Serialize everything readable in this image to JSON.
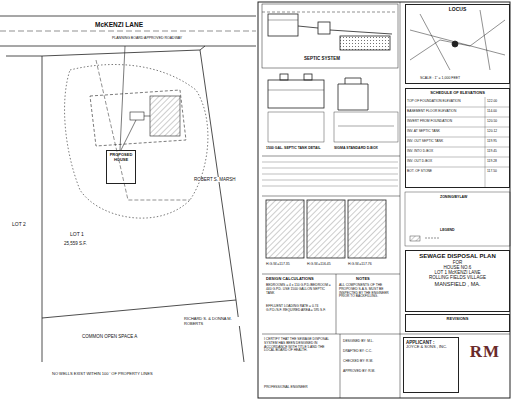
{
  "diagram": {
    "nodes": [
      {
        "text": [
          "PROPOSED HOUSE"
        ]
      },
      {
        "text": [
          "SCHEDULE OF ELEVATIONS"
        ]
      },
      {
        "text": [
          "SEWAGE DISPOSAL PLAN",
          "FOR",
          "HOUSE NO.6",
          "LOT 1 McKENZI LANE",
          "ROLLING FIELDS VILLAGE",
          "MANSFIELD , MA."
        ]
      },
      {
        "text": [
          "REVISIONS"
        ]
      },
      {
        "text": [
          "APPLICANT :",
          "JOYCE & SONS , INC."
        ]
      },
      {
        "text": [
          "RM"
        ]
      },
      {
        "text": [
          "LOCUS"
        ]
      }
    ],
    "labels": [
      "McKENZI LANE",
      "PLANNING BOARD APPROVED ROADWAY",
      "LOT 2",
      "LOT 1",
      "25,559 S.F.",
      "ROBERT S. MARSH",
      "RICHARD S. & DONNA M. ROBERTS",
      "COMMON OPEN SPACE A",
      "NO WELLS EXIST WITHIN 100 ' OF PROPERTY LINES",
      "SEPTIC SYSTEM",
      "1500 GAL. SEPTIC TANK DETAIL",
      "SIGMA STANDARD D-BOX",
      "H.G.W.=117.35",
      "H.G.W.=116.45",
      "H.G.W.=117.76",
      "DESIGN CALCULATIONS",
      "BEDROOMS = 4 x 110 G.P.D./BEDROOM = 440 G.P.D. USE 1500 GALLON SEPTIC TANK",
      "EFFLUENT LOADING RATE = 0.74 G.P.D./S.F. REQUIRED AREA = 595 S.F.",
      "NOTES",
      "ALL COMPONENTS OF THE PROPOSED S.A.S. MUST BE INSPECTED BY THE ENGINEER PRIOR TO BACKFILLING.",
      "ZONING/BYLAW",
      "LEGEND",
      "SCALE : 1\" = 1,000 FEET",
      "TOP OF FOUNDATION ELEVATION",
      "122.00",
      "BASEMENT FLOOR ELEVATION",
      "114.00",
      "INVERT FROM FOUNDATION",
      "120.50",
      "INV. AT SEPTIC TANK",
      "120.12",
      "INV. OUT SEPTIC TANK",
      "119.95",
      "INV. INTO D-BOX",
      "119.45",
      "INV. OUT D-BOX",
      "119.28",
      "BOT. OF STONE",
      "117.50",
      "I CERTIFY THAT THE SEWAGE DISPOSAL SYSTEM HAS BEEN DESIGNED IN ACCORDANCE WITH TITLE 5 AND THE LOCAL BOARD OF HEALTH.",
      "PROFESSIONAL ENGINEER",
      "DESIGNED BY: M.L.",
      "DRAFTED BY: C.C.",
      "CHECKED BY: R.M.",
      "APPROVED BY: R.M."
    ]
  }
}
